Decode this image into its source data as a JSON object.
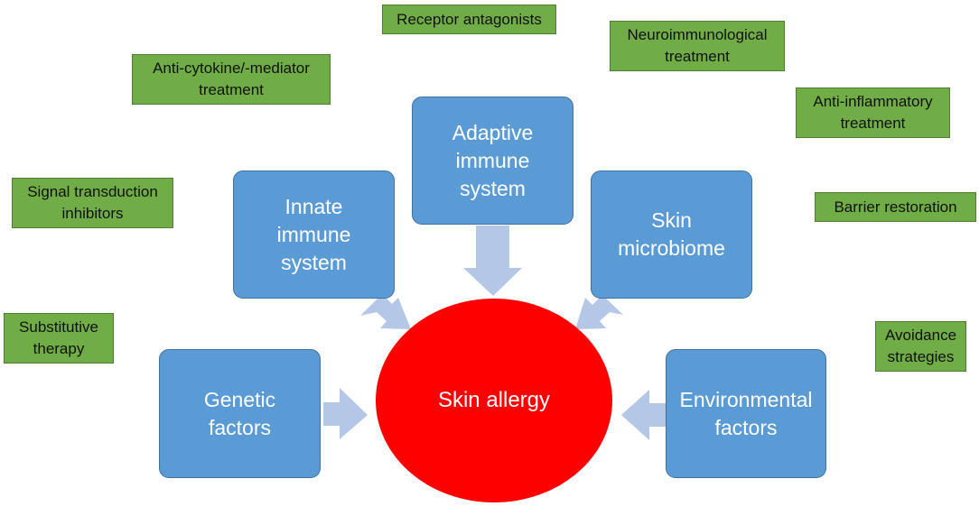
{
  "treatments": {
    "receptor_antagonists": "Receptor antagonists",
    "neuroimmunological": "Neuroimmunological\ntreatment",
    "anti_cytokine": "Anti-cytokine/-mediator\ntreatment",
    "anti_inflammatory": "Anti-inflammatory\ntreatment",
    "signal_transduction": "Signal transduction\ninhibitors",
    "barrier_restoration": "Barrier restoration",
    "substitutive": "Substitutive\ntherapy",
    "avoidance": "Avoidance\nstrategies"
  },
  "factors": {
    "innate": "Innate\nimmune\nsystem",
    "adaptive": "Adaptive\nimmune\nsystem",
    "microbiome": "Skin\nmicrobiome",
    "genetic": "Genetic\nfactors",
    "environmental": "Environmental\nfactors"
  },
  "center": {
    "label": "Skin allergy"
  },
  "colors": {
    "treatment_fill": "#70AD47",
    "factor_fill": "#5B9BD5",
    "arrow_fill": "#B4C7E7",
    "center_fill": "#FF0000"
  }
}
